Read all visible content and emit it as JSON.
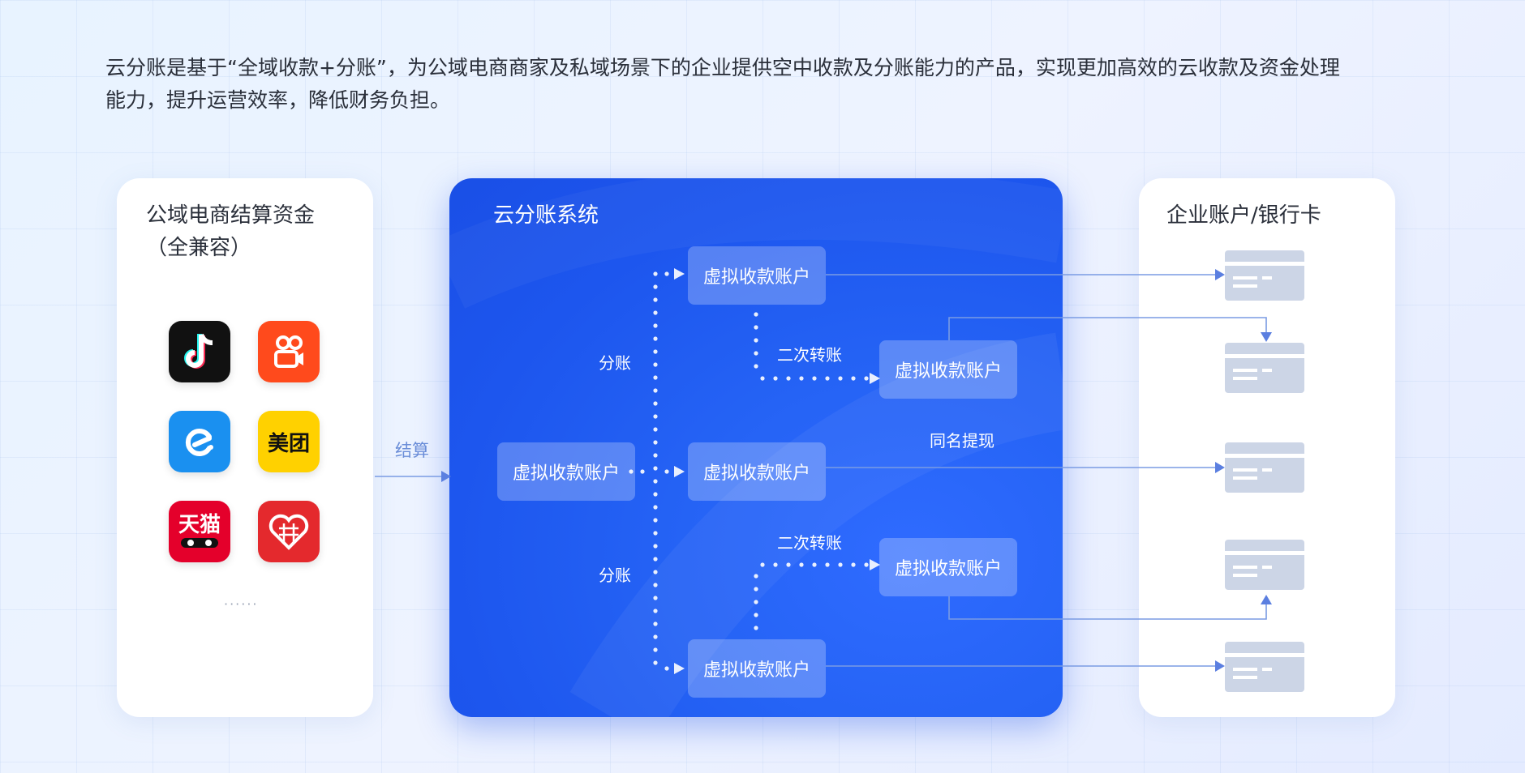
{
  "intro": {
    "line1": "云分账是基于“全域收款+分账”，为公域电商商家及私域场景下的企业提供空中收款及分账能力的产品，实现更加高效的云收款及资金处理",
    "line2": "能力，提升运营效率，降低财务负担。"
  },
  "left_panel": {
    "title_line1": "公域电商结算资金",
    "title_line2": "（全兼容）",
    "apps": [
      {
        "name": "douyin-app-icon",
        "label": "",
        "bg": "#111111"
      },
      {
        "name": "kuaishou-app-icon",
        "label": "",
        "bg": "#ff4a1c"
      },
      {
        "name": "eleme-app-icon",
        "label": "",
        "bg": "#1a90f0"
      },
      {
        "name": "meituan-app-icon",
        "label": "美团",
        "bg": "#ffd100"
      },
      {
        "name": "tmall-app-icon",
        "label": "天猫",
        "bg": "#e4002b"
      },
      {
        "name": "pinduoduo-app-icon",
        "label": "",
        "bg": "#e4292d"
      }
    ],
    "more": "······"
  },
  "settlement_label": "结算",
  "system": {
    "title": "云分账系统",
    "account_label": "虚拟收款账户",
    "split_label": "分账",
    "transfer_label": "二次转账",
    "same_name_label": "同名提现"
  },
  "right_panel": {
    "title": "企业账户/银行卡"
  },
  "colors": {
    "system_blue": "#2563f5",
    "arrow_blue": "#6b8ed8",
    "bank_card": "#ccd5e6"
  }
}
